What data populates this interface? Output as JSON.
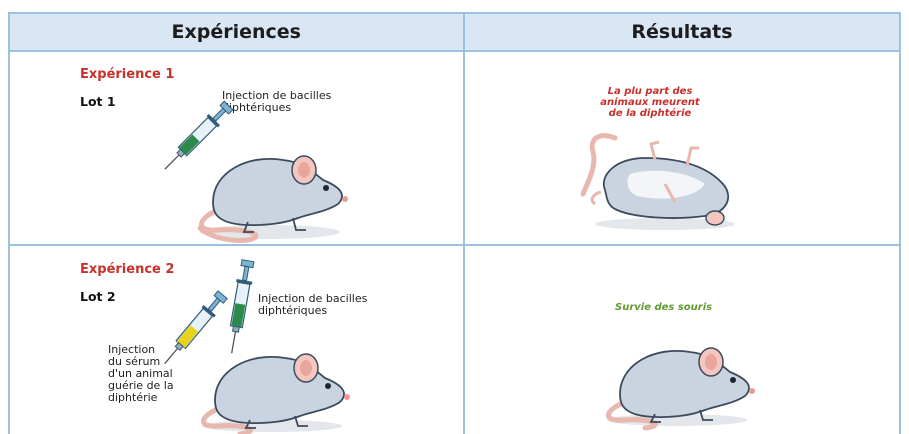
{
  "header": {
    "experiments": "Expériences",
    "results": "Résultats"
  },
  "rows": [
    {
      "title": "Expérience 1",
      "lot": "Lot 1",
      "injection_label": [
        "Injection de bacilles",
        "diphtériques"
      ],
      "result": [
        "La plu part des",
        "animaux meurent",
        "de la diphtérie"
      ]
    },
    {
      "title": "Expérience 2",
      "lot": "Lot 2",
      "injection_label": [
        "Injection de bacilles",
        "diphtériques"
      ],
      "serum_label": [
        "Injection",
        "du sérum",
        "d'un animal",
        "guérie de la",
        "diphtérie"
      ],
      "result": [
        "Survie des souris"
      ]
    }
  ],
  "colors": {
    "header_bg": "#d8e7f3",
    "grid": "#9cc3dd",
    "title_red": "#c8302a",
    "result_green": "#5f9a32",
    "mouse_fur": "#c9d4e0",
    "bacilli_liquid": "#2c8a4a",
    "serum_liquid": "#e8d21c"
  }
}
